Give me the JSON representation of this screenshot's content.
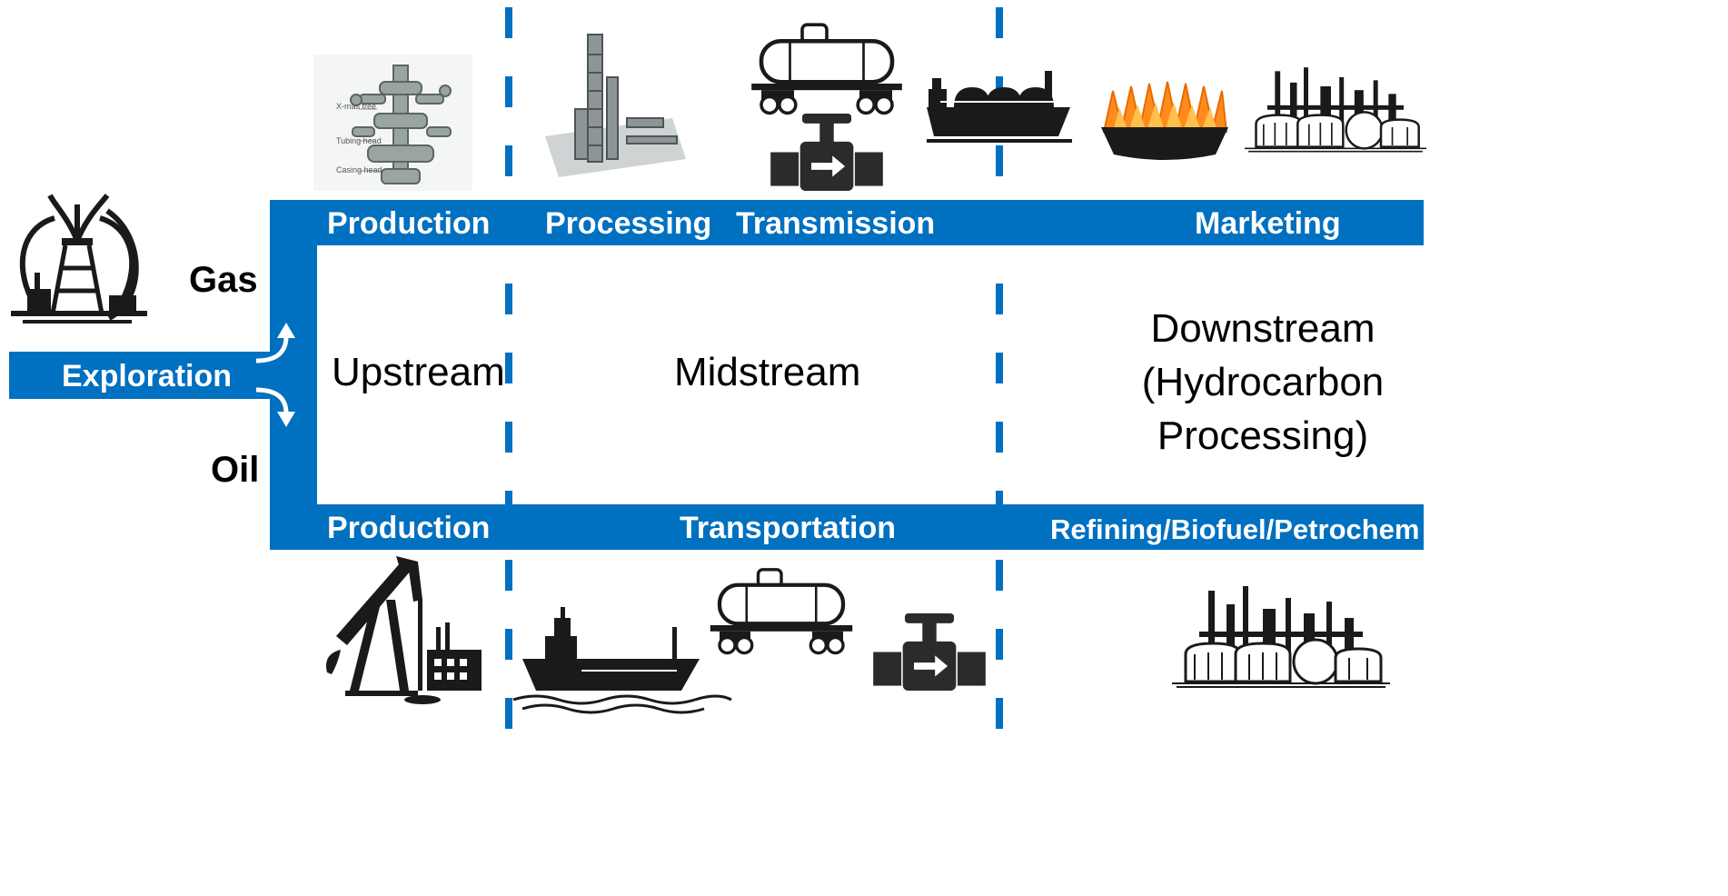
{
  "colors": {
    "accent": "#0070c0",
    "ink": "#1a1a1a",
    "flame": "#ff8c1a",
    "text": "#000000"
  },
  "exploration": "Exploration",
  "branches": {
    "gas": "Gas",
    "oil": "Oil"
  },
  "gas_stages": [
    "Production",
    "Processing",
    "Transmission",
    "Marketing"
  ],
  "oil_stages": [
    "Production",
    "Transportation",
    "Refining/Biofuel/Petrochem"
  ],
  "segments": {
    "upstream": "Upstream",
    "midstream": "Midstream",
    "downstream": [
      "Downstream",
      "(Hydrocarbon",
      "Processing)"
    ]
  },
  "wellhead_labels": [
    "X-mas tree",
    "Tubing head",
    "Casing head"
  ],
  "icons": {
    "exploration": "oil-derrick-icon",
    "gas_production": "wellhead-christmas-tree-icon",
    "gas_processing": "processing-tower-icon",
    "gas_transmission_rail": "tank-car-icon",
    "gas_transmission_pipe": "pipeline-valve-icon",
    "gas_ship": "lng-carrier-icon",
    "gas_marketing_flame": "gas-burner-flame-icon",
    "gas_marketing_plant": "refinery-icon",
    "oil_production": "pumpjack-icon",
    "oil_ship": "oil-tanker-icon",
    "oil_rail": "tank-car-icon",
    "oil_pipe": "pipeline-valve-icon",
    "oil_refining": "refinery-icon"
  }
}
